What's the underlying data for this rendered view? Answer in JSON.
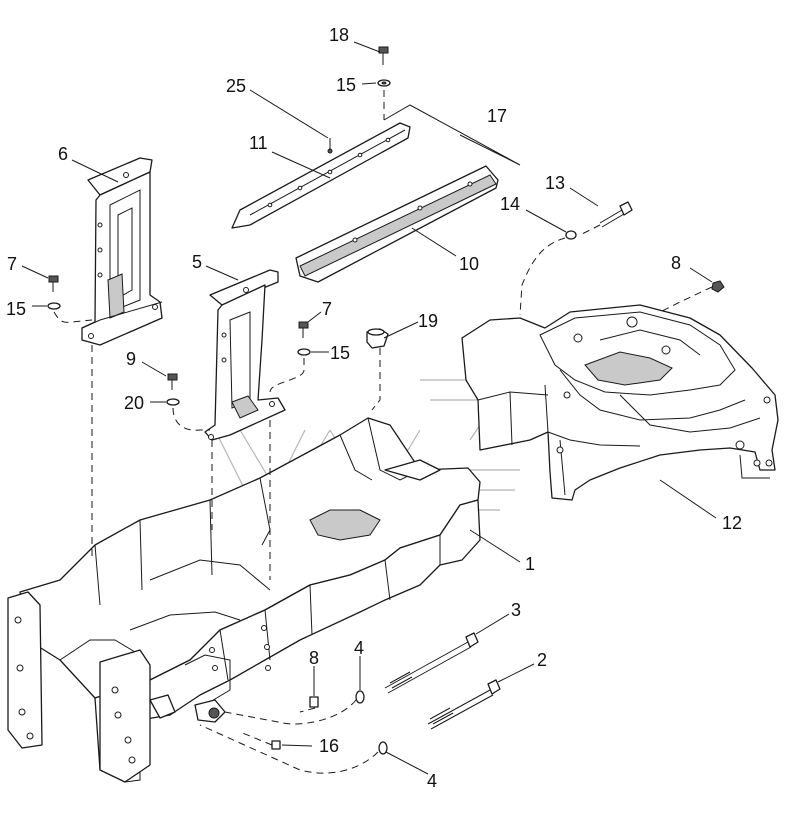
{
  "diagram": {
    "title": "",
    "labels": [
      {
        "id": "L18",
        "text": "18"
      },
      {
        "id": "L15a",
        "text": "15"
      },
      {
        "id": "L25",
        "text": "25"
      },
      {
        "id": "L17",
        "text": "17"
      },
      {
        "id": "L11",
        "text": "11"
      },
      {
        "id": "L6",
        "text": "6"
      },
      {
        "id": "L13",
        "text": "13"
      },
      {
        "id": "L14",
        "text": "14"
      },
      {
        "id": "L10",
        "text": "10"
      },
      {
        "id": "L7a",
        "text": "7"
      },
      {
        "id": "L15b",
        "text": "15"
      },
      {
        "id": "L5",
        "text": "5"
      },
      {
        "id": "L8a",
        "text": "8"
      },
      {
        "id": "L7b",
        "text": "7"
      },
      {
        "id": "L19",
        "text": "19"
      },
      {
        "id": "L15c",
        "text": "15"
      },
      {
        "id": "L9",
        "text": "9"
      },
      {
        "id": "L20",
        "text": "20"
      },
      {
        "id": "L12",
        "text": "12"
      },
      {
        "id": "L1",
        "text": "1"
      },
      {
        "id": "L3",
        "text": "3"
      },
      {
        "id": "L2",
        "text": "2"
      },
      {
        "id": "L4a",
        "text": "4"
      },
      {
        "id": "L8b",
        "text": "8"
      },
      {
        "id": "L16",
        "text": "16"
      },
      {
        "id": "L4b",
        "text": "4"
      }
    ]
  }
}
